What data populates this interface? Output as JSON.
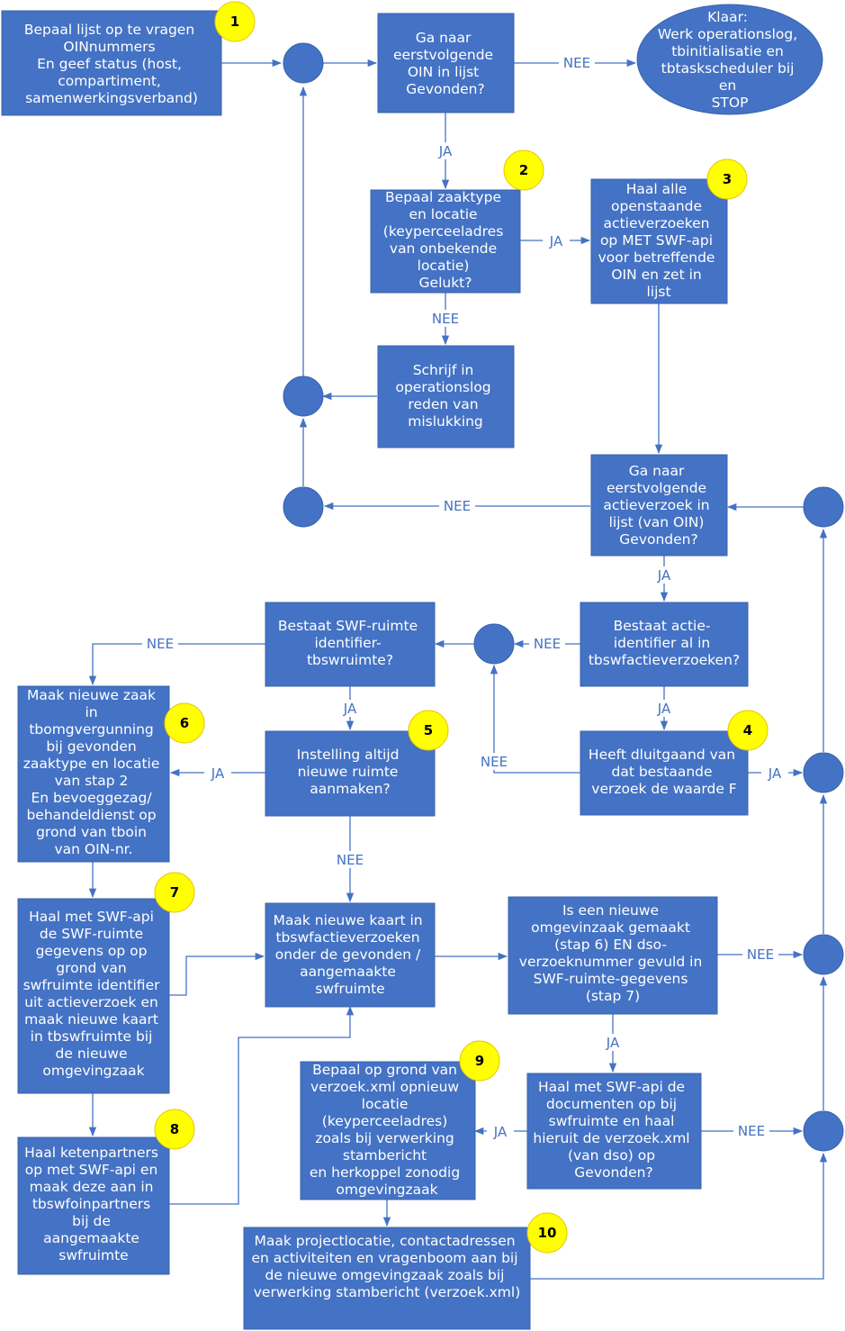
{
  "colors": {
    "box": "#4472C4",
    "box_border": "#3A63AE",
    "line": "#4472C4",
    "badge": "#FFFF00",
    "badge_border": "#E8C800",
    "text_on_box": "#FFFFFF"
  },
  "nodes": {
    "start": {
      "lines": [
        "Bepaal  lijst op te vragen",
        "OINnummers",
        "En geef status (host,",
        "compartiment,",
        "samenwerkingsverband)"
      ]
    },
    "next_oin": {
      "lines": [
        "Ga naar",
        "eerstvolgende",
        "OIN in lijst",
        "Gevonden?"
      ]
    },
    "done": {
      "lines": [
        "Klaar:",
        "Werk operationslog,",
        "tbinitialisatie en",
        "tbtaskscheduler  bij",
        "en",
        "STOP"
      ]
    },
    "zaaktype": {
      "lines": [
        "Bepaal zaaktype",
        "en locatie",
        "(keyperceeladres",
        "van onbekende",
        "locatie)",
        "Gelukt?"
      ]
    },
    "fetch_requests": {
      "lines": [
        "Haal alle",
        "openstaande",
        "actieverzoeken",
        "op MET SWF-api",
        "voor betreffende",
        "OIN en zet in",
        "lijst"
      ]
    },
    "write_log": {
      "lines": [
        "Schrijf in",
        "operationslog",
        "reden van",
        "mislukking"
      ]
    },
    "next_request": {
      "lines": [
        "Ga naar",
        "eerstvolgende",
        "actieverzoek in",
        "lijst (van OIN)",
        "Gevonden?"
      ]
    },
    "space_exists": {
      "lines": [
        "Bestaat SWF-ruimte",
        "identifier-",
        "tbswruimte?"
      ]
    },
    "action_exists": {
      "lines": [
        "Bestaat actie-",
        "identifier al in",
        "tbswfactieverzoeken?"
      ]
    },
    "new_zaak": {
      "lines": [
        "Maak nieuwe zaak",
        "in",
        "tbomgvergunning",
        "bij gevonden",
        "zaaktype en locatie",
        "van stap 2",
        "En bevoeggezag/",
        "behandeldienst op",
        "grond van tboin",
        "van OIN-nr."
      ]
    },
    "always_new": {
      "lines": [
        "Instelling altijd",
        "nieuwe ruimte",
        "aanmaken?"
      ]
    },
    "outgoing_f": {
      "lines": [
        "Heeft dluitgaand van",
        "dat bestaande",
        "verzoek de waarde F"
      ]
    },
    "fetch_space": {
      "lines": [
        "Haal met SWF-api",
        "de SWF-ruimte",
        "gegevens op op",
        "grond van",
        "swfruimte identifier",
        "uit actieverzoek en",
        "maak nieuwe kaart",
        "in tbswfruimte bij",
        "de nieuwe",
        "omgevingzaak"
      ]
    },
    "new_card": {
      "lines": [
        "Maak nieuwe kaart in",
        "tbswfactieverzoeken",
        "onder de gevonden /",
        "aangemaakte",
        "swfruimte"
      ]
    },
    "new_zaak_check": {
      "lines": [
        "Is een nieuwe",
        "omgevinzaak gemaakt",
        "(stap 6) EN dso-",
        "verzoeknummer gevuld in",
        "SWF-ruimte-gegevens",
        "(stap 7)"
      ]
    },
    "partners": {
      "lines": [
        "Haal ketenpartners",
        "op met SWF-api en",
        "maak deze aan in",
        "tbswfoinpartners",
        "bij de",
        "aangemaakte",
        "swfruimte"
      ]
    },
    "relocate": {
      "lines": [
        "Bepaal op grond van",
        "verzoek.xml opnieuw",
        "locatie",
        "(keyperceeladres)",
        "zoals bij verwerking",
        "stambericht",
        "en herkoppel zonodig",
        "omgevingzaak"
      ]
    },
    "fetch_docs": {
      "lines": [
        "Haal met SWF-api de",
        "documenten op bij",
        "swfruimte en haal",
        "hieruit de verzoek.xml",
        "(van dso) op",
        "Gevonden?"
      ]
    },
    "project": {
      "lines": [
        "Maak projectlocatie, contactadressen",
        "en activiteiten en vragenboom aan bij",
        "de nieuwe omgevingzaak zoals bij",
        "verwerking stambericht (verzoek.xml)"
      ]
    }
  },
  "edge_labels": {
    "e1": "NEE",
    "e2": "JA",
    "e3": "JA",
    "e4": "NEE",
    "e5": "NEE",
    "e6": "JA",
    "e7": "NEE",
    "e8": "NEE",
    "e9": "JA",
    "e10": "JA",
    "e11": "NEE",
    "e12": "JA",
    "e13": "NEE",
    "e14": "NEE",
    "e15": "JA",
    "e16": "JA",
    "e17": "NEE"
  },
  "badges": [
    "1",
    "2",
    "3",
    "4",
    "5",
    "6",
    "7",
    "8",
    "9",
    "10"
  ]
}
